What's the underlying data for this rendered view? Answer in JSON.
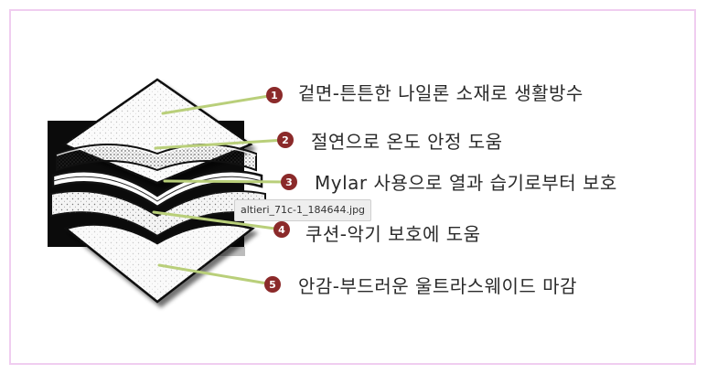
{
  "colors": {
    "frame_border": "#f0cdf0",
    "leader_line": "#b9cf7a",
    "marker_fill": "#8b2a2a",
    "marker_text": "#ffffff",
    "label_text": "#2a2a2a"
  },
  "layers": [
    {
      "number": "1",
      "label": "겉면-튼튼한 나일론 소재로 생활방수"
    },
    {
      "number": "2",
      "label": "절연으로 온도 안정 도움"
    },
    {
      "number": "3",
      "label": "Mylar 사용으로 열과 습기로부터 보호"
    },
    {
      "number": "4",
      "label": "쿠션-악기 보호에 도움"
    },
    {
      "number": "5",
      "label": "안감-부드러운 울트라스웨이드 마감"
    }
  ],
  "tooltip": {
    "text": "altieri_71c-1_184644.jpg"
  }
}
